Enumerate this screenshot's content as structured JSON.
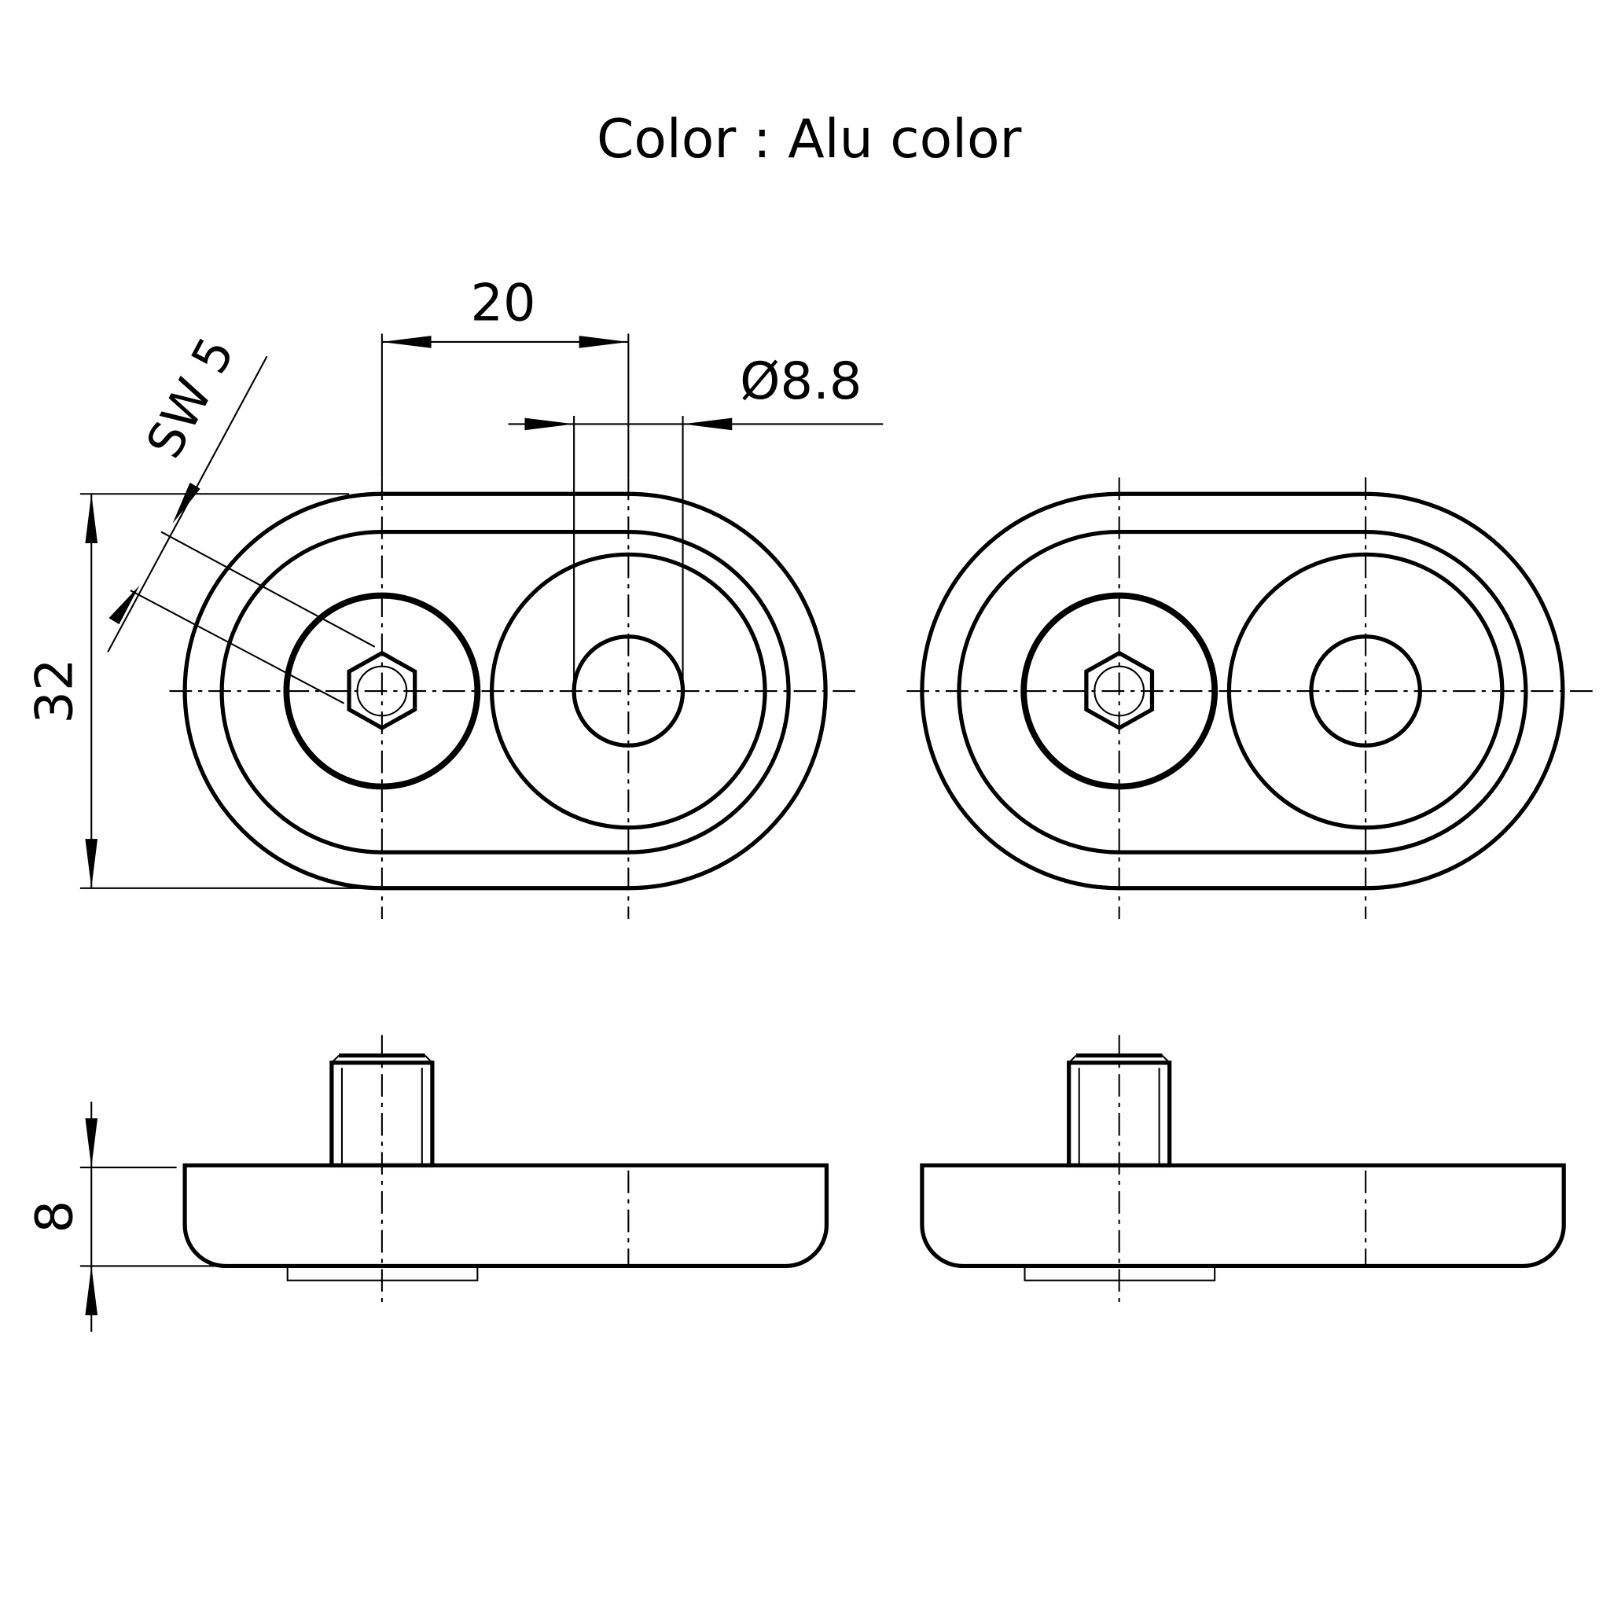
{
  "title": "Color : Alu color",
  "dimensions": {
    "center_distance": "20",
    "hole_diameter": "Ø8.8",
    "height": "32",
    "wrench_size": "SW 5",
    "thickness": "8"
  },
  "colors": {
    "line": "#000000",
    "background": "#ffffff"
  }
}
